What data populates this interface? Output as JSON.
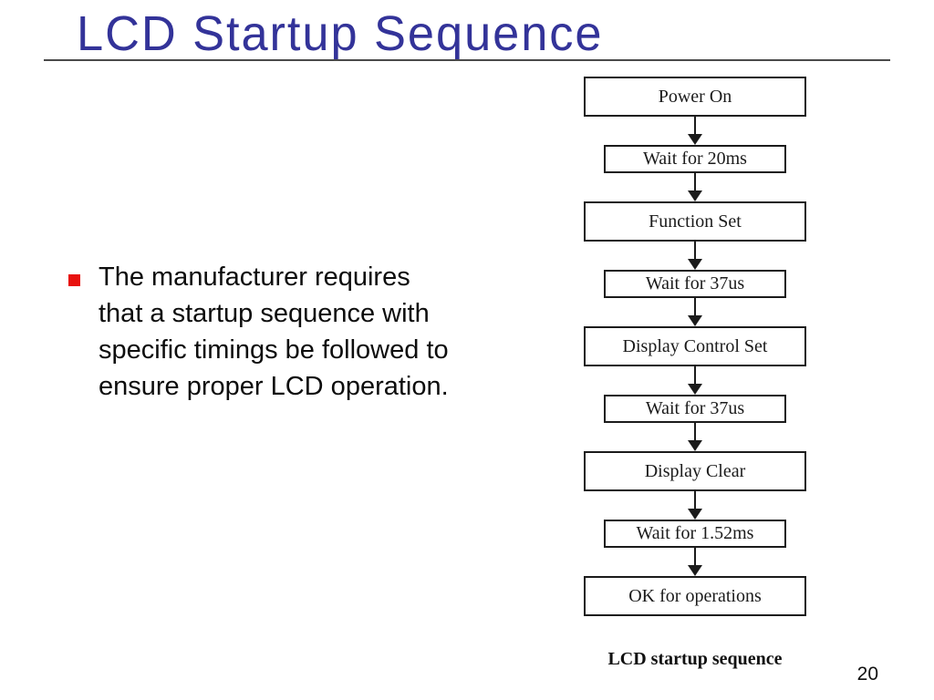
{
  "slide": {
    "title": "LCD Startup Sequence",
    "page_number": "20"
  },
  "bullet": {
    "lines": [
      "The manufacturer requires",
      "that a startup sequence with",
      "specific timings be followed to",
      "ensure proper LCD operation."
    ]
  },
  "flowchart": {
    "caption": "LCD startup sequence",
    "steps": [
      {
        "label": "Power On",
        "type": "action"
      },
      {
        "label": "Wait for 20ms",
        "type": "wait"
      },
      {
        "label": "Function Set",
        "type": "action"
      },
      {
        "label": "Wait for 37us",
        "type": "wait"
      },
      {
        "label": "Display Control Set",
        "type": "action"
      },
      {
        "label": "Wait for 37us",
        "type": "wait"
      },
      {
        "label": "Display Clear",
        "type": "action"
      },
      {
        "label": "Wait for 1.52ms",
        "type": "wait"
      },
      {
        "label": "OK for operations",
        "type": "action"
      }
    ]
  },
  "colors": {
    "title_text": "#333399",
    "title_rule": "#4a4a4a",
    "bullet_marker": "#e8120e",
    "body_text": "#0d0d0d",
    "diagram_line": "#1b1b1b",
    "background": "#ffffff"
  }
}
